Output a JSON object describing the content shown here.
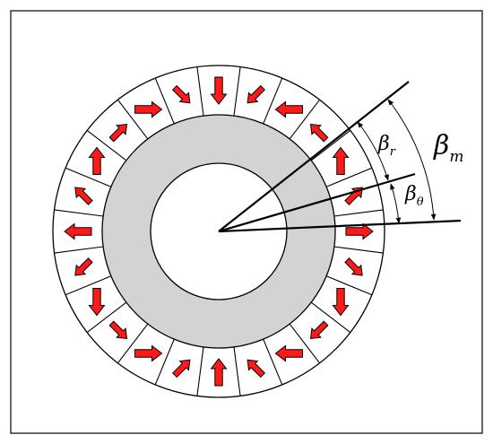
{
  "diagram": {
    "segment_count": 24,
    "colors": {
      "arrow_fill": "#ff1a1a",
      "arrow_stroke": "#000000",
      "back_iron": "#d3d3d3",
      "ring_background": "#ffffff",
      "lines": "#000000"
    },
    "angle_labels": {
      "beta_r": {
        "symbol": "β",
        "sub": "r"
      },
      "beta_m": {
        "symbol": "β",
        "sub": "m"
      },
      "beta_theta": {
        "symbol": "β",
        "sub": "θ"
      }
    }
  }
}
